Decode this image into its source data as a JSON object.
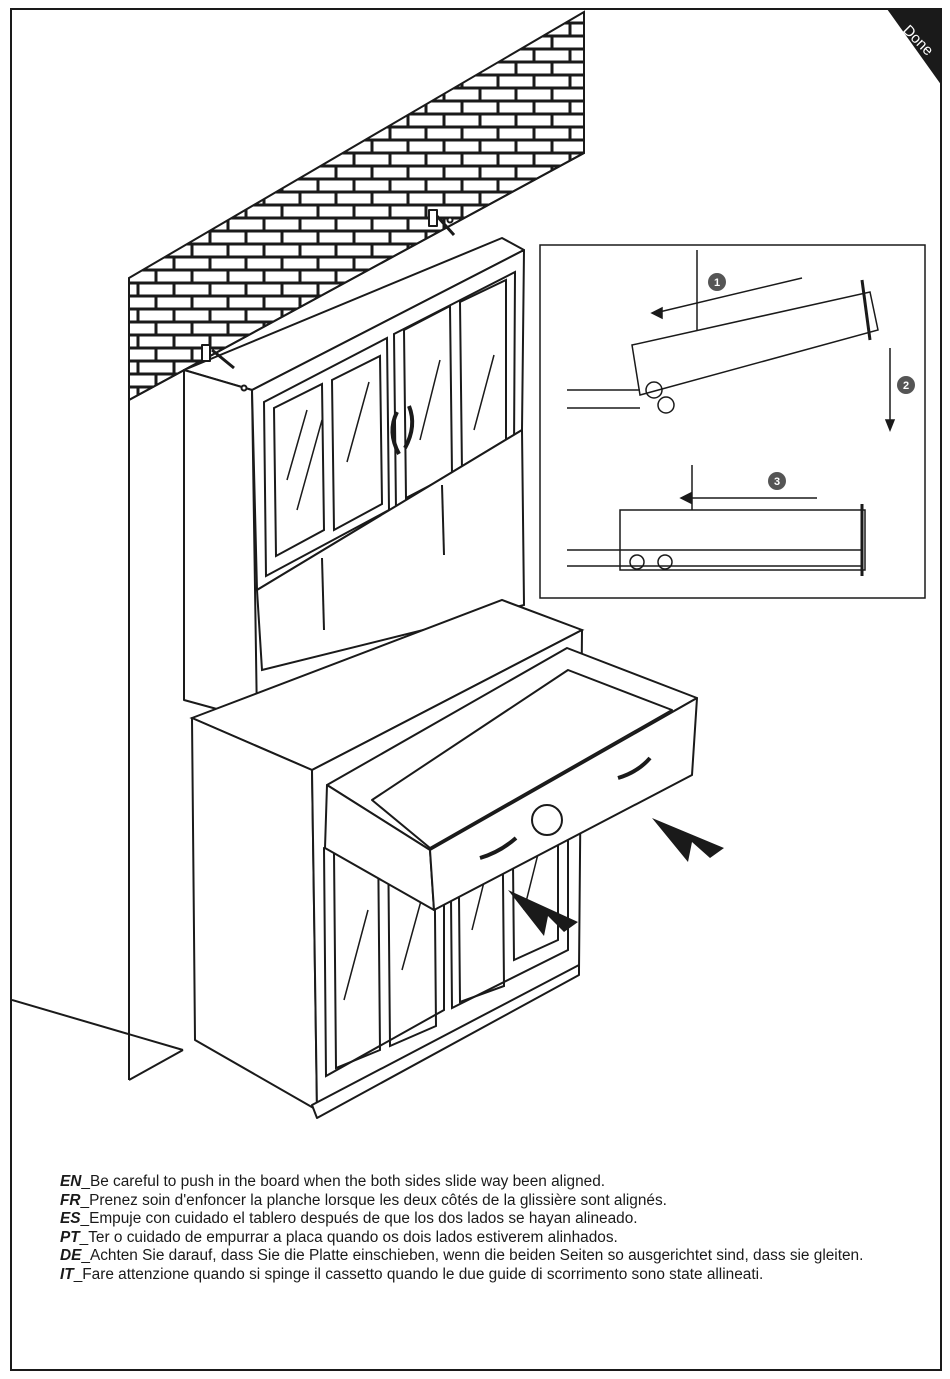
{
  "corner_tab": {
    "label": "Done",
    "color": "#1a1a1a"
  },
  "detail_inset": {
    "steps": [
      "1",
      "2",
      "3"
    ]
  },
  "instructions": [
    {
      "code": "EN",
      "text": "_Be careful to push in the board when the both sides slide way been aligned."
    },
    {
      "code": "FR",
      "text": "_Prenez soin d'enfoncer la planche lorsque les deux côtés de la glissière sont alignés."
    },
    {
      "code": "ES",
      "text": "_Empuje con cuidado el tablero después de que los dos lados se hayan alineado."
    },
    {
      "code": "PT",
      "text": "_Ter o cuidado de empurrar a placa quando os dois lados estiverem alinhados."
    },
    {
      "code": "DE",
      "text": "_Achten Sie darauf, dass Sie die Platte einschieben, wenn die beiden Seiten so ausgerichtet sind, dass sie gleiten."
    },
    {
      "code": "IT",
      "text": "_Fare attenzione quando si spinge il cassetto quando le due guide di scorrimento sono state allineati."
    }
  ],
  "colors": {
    "ink": "#1a1a1a",
    "paper": "#ffffff",
    "step_badge": "#555555"
  }
}
